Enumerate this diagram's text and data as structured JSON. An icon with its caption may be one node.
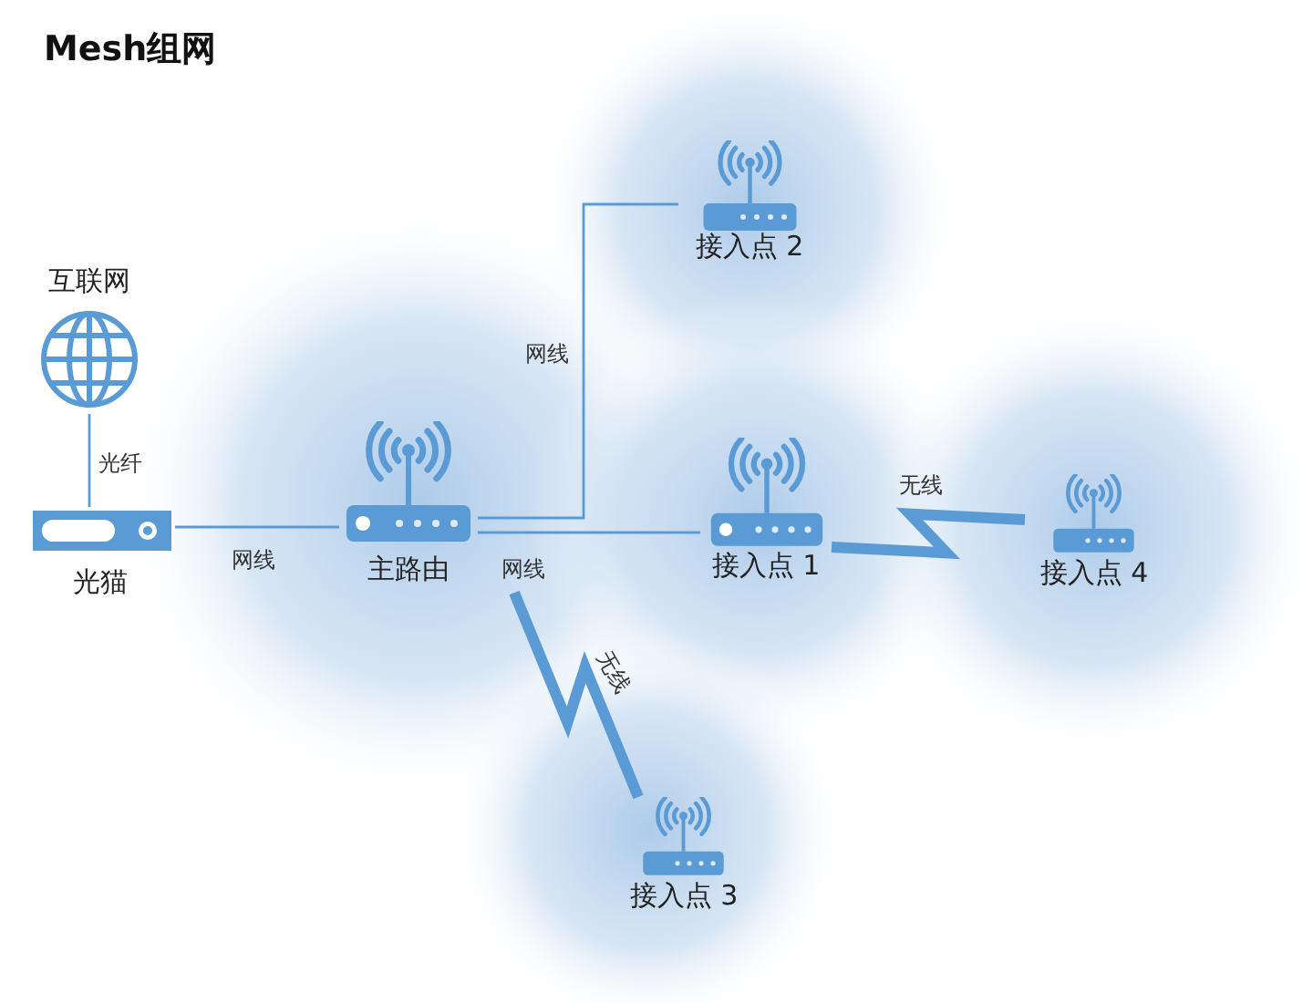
{
  "diagram": {
    "title": "Mesh组网",
    "nodes": [
      {
        "text": [
          "互联网"
        ]
      },
      {
        "text": [
          "光猫"
        ]
      },
      {
        "text": [
          "主路由"
        ]
      },
      {
        "text": [
          "接入点 2"
        ]
      },
      {
        "text": [
          "接入点 1"
        ]
      },
      {
        "text": [
          "接入点 4"
        ]
      },
      {
        "text": [
          "接入点 3"
        ]
      }
    ],
    "edges": [
      {
        "from": 0,
        "to": 1,
        "arrow": "none",
        "label": "光纤"
      },
      {
        "from": 1,
        "to": 2,
        "arrow": "none",
        "label": "网线"
      },
      {
        "from": 2,
        "to": 3,
        "arrow": "none",
        "label": "网线"
      },
      {
        "from": 2,
        "to": 4,
        "arrow": "none",
        "label": "网线"
      },
      {
        "from": 4,
        "to": 5,
        "arrow": "none",
        "label": "无线",
        "style": "thick"
      },
      {
        "from": 2,
        "to": 6,
        "arrow": "none",
        "label": "无线",
        "style": "thick"
      }
    ]
  }
}
